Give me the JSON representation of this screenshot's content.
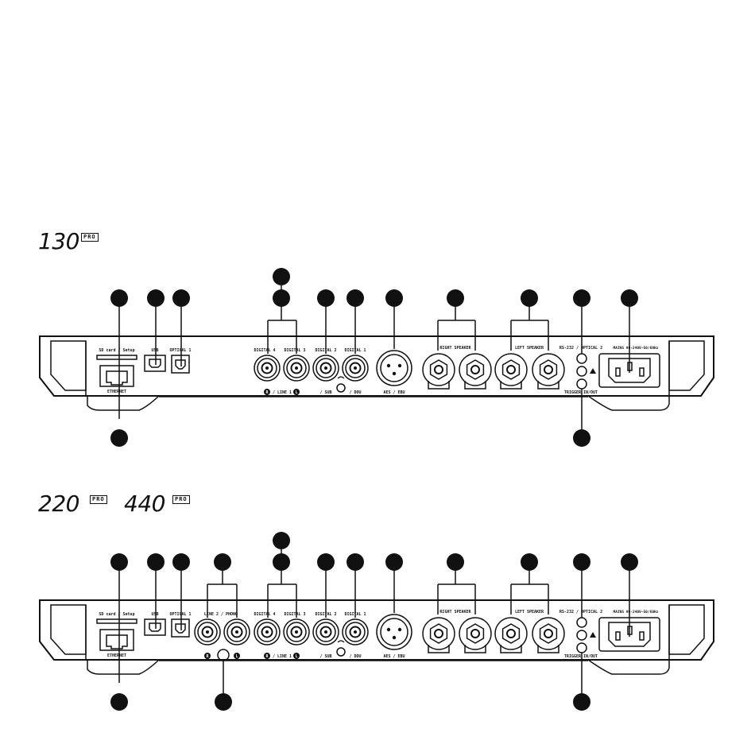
{
  "models": [
    {
      "id": "130",
      "title": "130",
      "badges": [
        "PRO"
      ],
      "labels": {
        "sd_card": "SD card / Setup",
        "usb": "USB",
        "optical1": "OPTICAL 1",
        "digital4": "DIGITAL 4",
        "digital3": "DIGITAL 3",
        "digital2": "DIGITAL 2",
        "digital1": "DIGITAL 1",
        "line1": "/ LINE 1",
        "sub": "/ SUB",
        "dou": "/ DOU",
        "aes": "AES / EBU",
        "right_speaker": "RIGHT SPEAKER",
        "left_speaker": "LEFT SPEAKER",
        "rs232": "RS-232 / OPTICAL 2",
        "mains": "MAINS 90-240V~50/60Hz",
        "trigger": "TRIGGER IN/OUT",
        "ethernet": "ETHERNET",
        "r": "R",
        "l": "L"
      }
    },
    {
      "id": "220-440",
      "titles": [
        "220",
        "440"
      ],
      "badges": [
        "PRO",
        "PRO"
      ],
      "labels": {
        "sd_card": "SD card / Setup",
        "usb": "USB",
        "optical1": "OPTICAL 1",
        "line2": "LINE 2 / PHONO",
        "digital4": "DIGITAL 4",
        "digital3": "DIGITAL 3",
        "digital2": "DIGITAL 2",
        "digital1": "DIGITAL 1",
        "line1": "/ LINE 1",
        "sub": "/ SUB",
        "dou": "/ DOU",
        "aes": "AES / EBU",
        "right_speaker": "RIGHT SPEAKER",
        "left_speaker": "LEFT SPEAKER",
        "rs232": "RS-232 / OPTICAL 2",
        "mains": "MAINS 90-240V~50/60Hz",
        "trigger": "TRIGGER IN/OUT",
        "ethernet": "ETHERNET",
        "r": "R",
        "l": "L"
      }
    }
  ]
}
